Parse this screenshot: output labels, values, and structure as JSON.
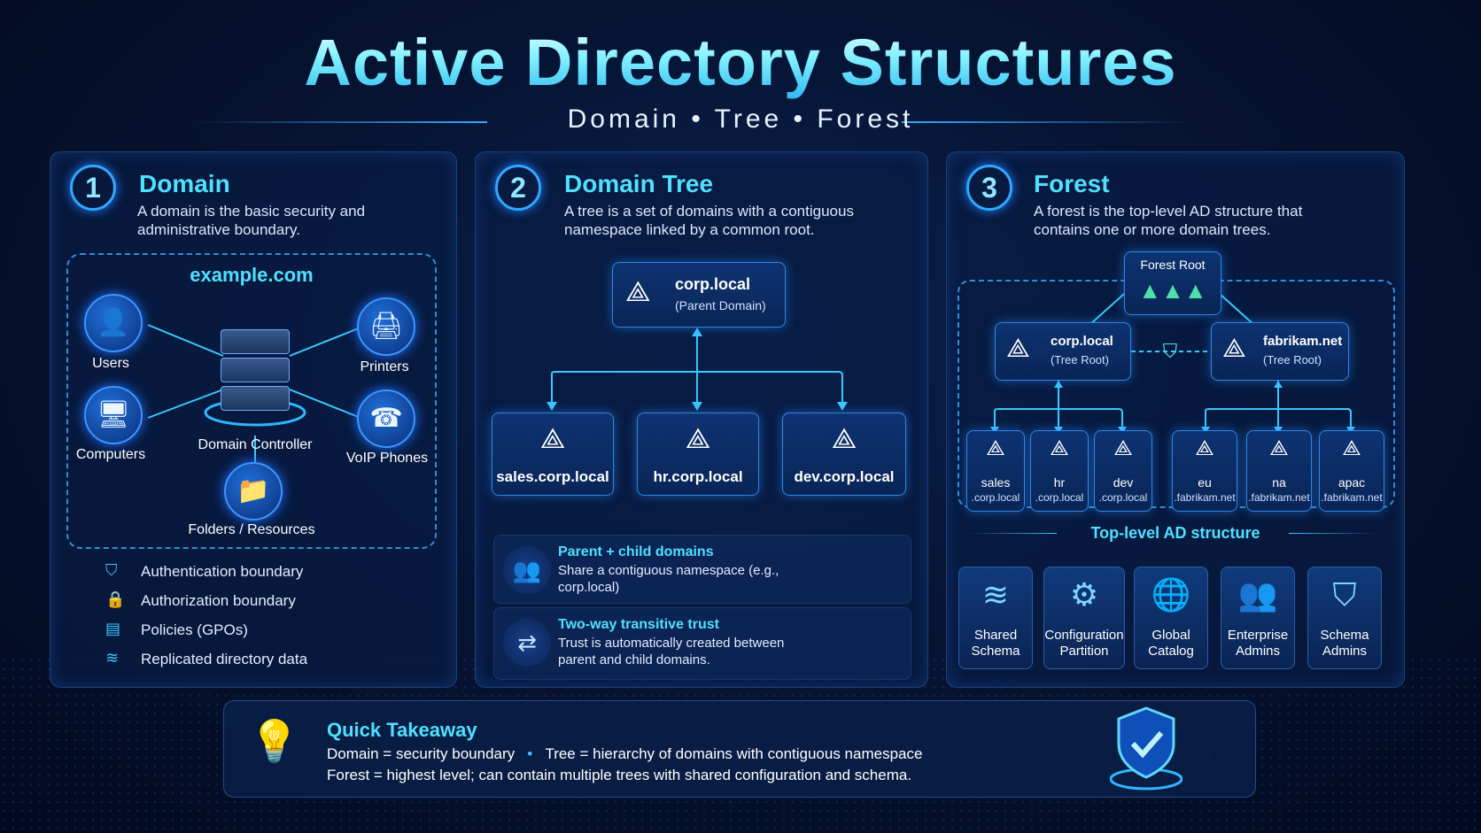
{
  "title": "Active Directory Structures",
  "subtitle": "Domain  •  Tree  •  Forest",
  "domain": {
    "number": "1",
    "title": "Domain",
    "description": "A domain is the basic security and administrative boundary.",
    "name": "example.com",
    "controller": "Domain Controller",
    "items": {
      "users": "Users",
      "printers": "Printers",
      "computers": "Computers",
      "voip": "VoIP Phones",
      "folders": "Folders / Resources"
    },
    "boundaries": [
      "Authentication boundary",
      "Authorization boundary",
      "Policies (GPOs)",
      "Replicated directory data"
    ]
  },
  "tree": {
    "number": "2",
    "title": "Domain Tree",
    "description": "A tree is a set of domains with a contiguous namespace linked by a common root.",
    "parent": {
      "name": "corp.local",
      "role": "(Parent Domain)"
    },
    "children": [
      "sales.corp.local",
      "hr.corp.local",
      "dev.corp.local"
    ],
    "info": [
      {
        "title": "Parent + child domains",
        "text": "Share a contiguous namespace (e.g., corp.local)"
      },
      {
        "title": "Two-way transitive trust",
        "text": "Trust is automatically created between parent and child domains."
      }
    ]
  },
  "forest": {
    "number": "3",
    "title": "Forest",
    "description": "A forest is the top-level AD structure that contains one or more domain trees.",
    "root_label": "Forest Root",
    "trees": [
      {
        "name": "corp.local",
        "role": "(Tree Root)",
        "children": [
          [
            "sales",
            ".corp.local"
          ],
          [
            "hr",
            ".corp.local"
          ],
          [
            "dev",
            ".corp.local"
          ]
        ]
      },
      {
        "name": "fabrikam.net",
        "role": "(Tree Root)",
        "children": [
          [
            "eu",
            ".fabrikam.net"
          ],
          [
            "na",
            ".fabrikam.net"
          ],
          [
            "apac",
            ".fabrikam.net"
          ]
        ]
      }
    ],
    "structure_title": "Top-level AD structure",
    "structure_items": [
      [
        "Shared",
        "Schema"
      ],
      [
        "Configuration",
        "Partition"
      ],
      [
        "Global",
        "Catalog"
      ],
      [
        "Enterprise",
        "Admins"
      ],
      [
        "Schema",
        "Admins"
      ]
    ]
  },
  "takeaway": {
    "title": "Quick Takeaway",
    "line1a": "Domain = security boundary",
    "line1b": "Tree  = hierarchy of domains with contiguous namespace",
    "line2": "Forest = highest level; can contain multiple trees with shared configuration and schema."
  },
  "colors": {
    "accent": "#4fe0ff",
    "border": "#2f86e6",
    "background": "#061433"
  }
}
